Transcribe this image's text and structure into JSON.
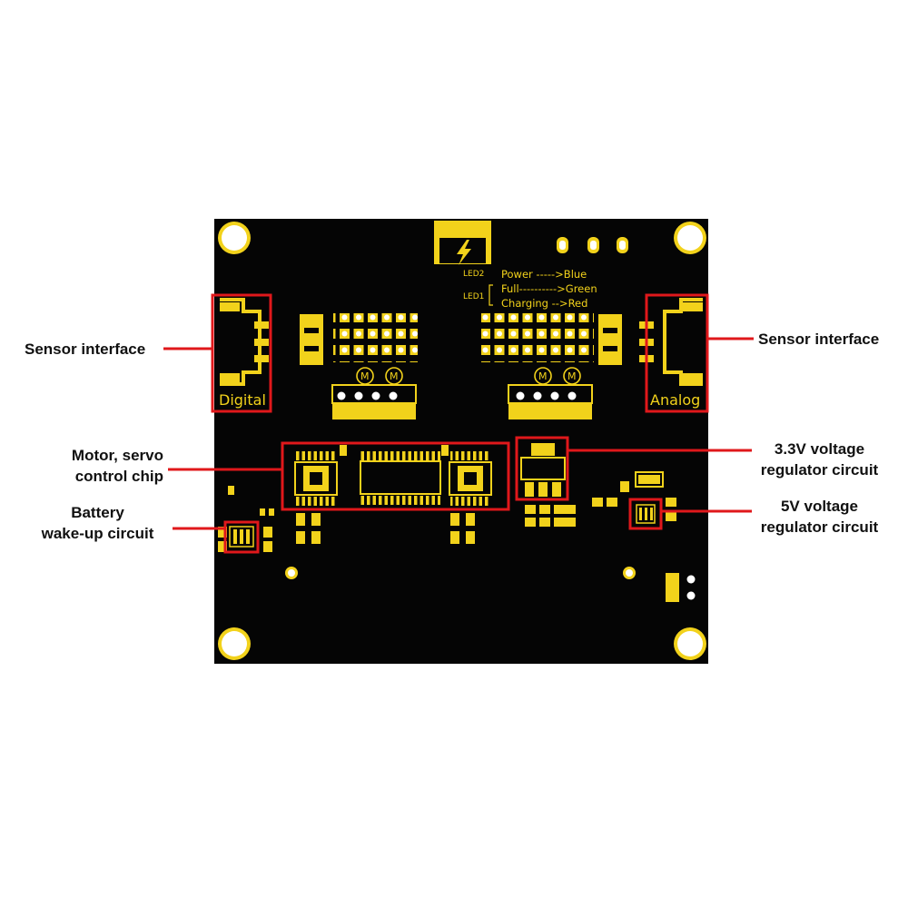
{
  "board": {
    "connector_left_label": "Digital",
    "connector_right_label": "Analog",
    "led2_label": "LED2",
    "led1_label": "LED1",
    "led_power": "Power ----->Blue",
    "led_full": "Full---------->Green",
    "led_charging": "Charging -->Red",
    "motor_mark": "M"
  },
  "callouts": {
    "sensor_left": "Sensor interface",
    "sensor_right": "Sensor interface",
    "motor_line1": "Motor, servo",
    "motor_line2": "control chip",
    "battery_line1": "Battery",
    "battery_line2": "wake-up circuit",
    "v33_line1": "3.3V voltage",
    "v33_line2": "regulator circuit",
    "v5_line1": "5V voltage",
    "v5_line2": "regulator circuit"
  },
  "colors": {
    "pcb": "#050505",
    "silkscreen": "#f2d21b",
    "highlight": "#e0181b",
    "label_text": "#111111"
  }
}
